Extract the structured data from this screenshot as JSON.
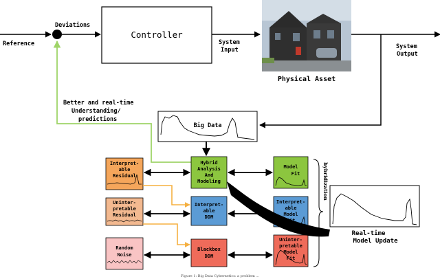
{
  "labels": {
    "reference": "Reference",
    "deviations": "Deviations",
    "controller": "Controller",
    "system_input_1": "System",
    "system_input_2": "Input",
    "physical_asset": "Physical Asset",
    "system_output_1": "System",
    "system_output_2": "Output",
    "feedback_1": "Better and real-time",
    "feedback_2": "Understanding/",
    "feedback_3": "predictions",
    "big_data": "Big Data",
    "hybridization": "hybridization",
    "realtime_1": "Real-time",
    "realtime_2": "Model Update",
    "caption": "Figure 1: Big Data Cybernetics: a problem ..."
  },
  "boxes": {
    "interp_residual": [
      "Interpret-",
      "able",
      "Residual"
    ],
    "uninterp_residual": [
      "Uninter-",
      "pretable",
      "Residual"
    ],
    "random_noise": [
      "Random",
      "Noise"
    ],
    "hybrid": [
      "Hybrid",
      "Analysis",
      "And",
      "Modeling"
    ],
    "interp_ddm": [
      "Interpret-",
      "able",
      "DDM"
    ],
    "blackbox_ddm": [
      "Blackbox",
      "DDM"
    ],
    "model_fit": [
      "Model",
      "Fit"
    ],
    "interp_model_fit": [
      "Interpret-",
      "able",
      "Model",
      "Fit"
    ],
    "uninterp_model_fit": [
      "Uninter-",
      "pretable",
      "Model",
      "Fit"
    ]
  },
  "colors": {
    "orange": "#f5a65b",
    "orange_light": "#f3b990",
    "pink": "#f9c4c4",
    "green": "#8cc63f",
    "blue": "#5b9bd5",
    "red": "#ef6b5a",
    "feedback": "#9fd468",
    "gold": "#f5b041"
  }
}
